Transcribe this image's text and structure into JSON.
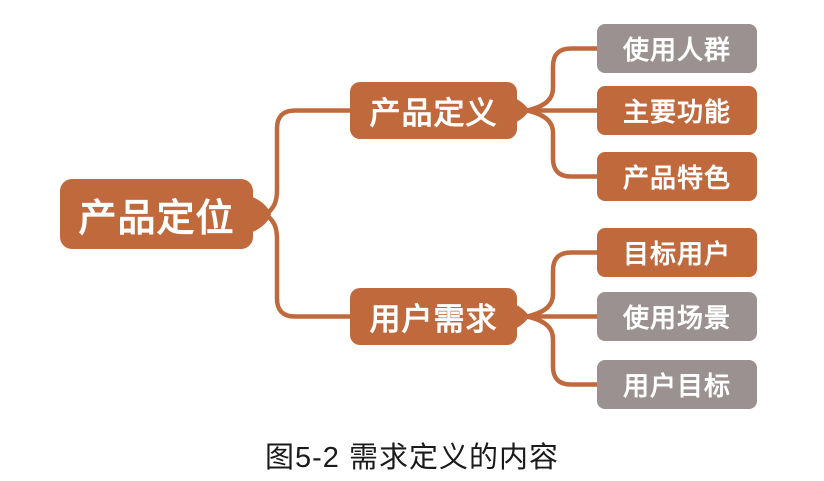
{
  "diagram": {
    "root": {
      "label": "产品定位",
      "color": "orange"
    },
    "branches": [
      {
        "label": "产品定义",
        "color": "orange",
        "children": [
          {
            "label": "使用人群",
            "color": "gray"
          },
          {
            "label": "主要功能",
            "color": "orange"
          },
          {
            "label": "产品特色",
            "color": "orange"
          }
        ]
      },
      {
        "label": "用户需求",
        "color": "orange",
        "children": [
          {
            "label": "目标用户",
            "color": "orange"
          },
          {
            "label": "使用场景",
            "color": "gray"
          },
          {
            "label": "用户目标",
            "color": "gray"
          }
        ]
      }
    ]
  },
  "caption": "图5-2 需求定义的内容",
  "colors": {
    "orange": "#C0693C",
    "gray": "#9B9190",
    "background": "#FFFFFF",
    "box_text": "#FFFFFF",
    "caption_text": "#1A1A1A"
  }
}
